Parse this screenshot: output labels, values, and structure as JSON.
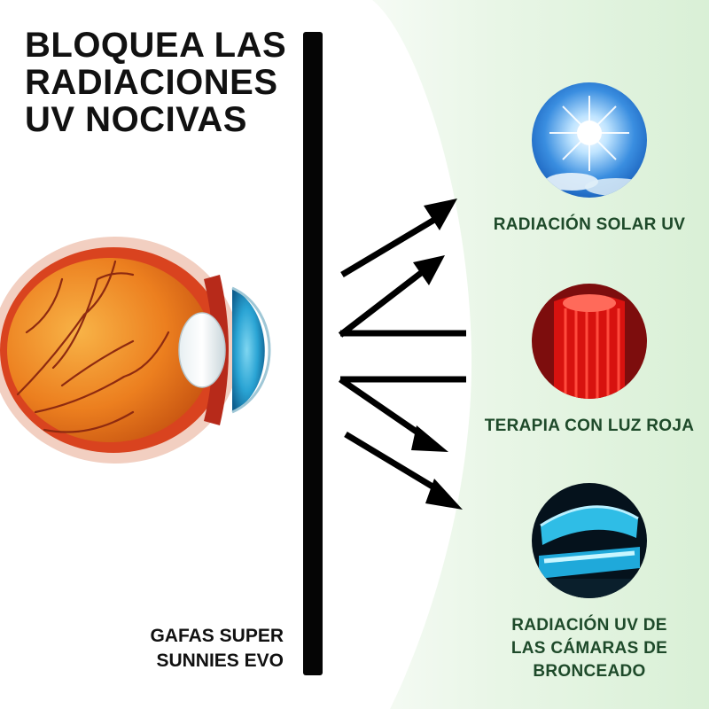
{
  "title": {
    "lines": [
      "BLOQUEA LAS",
      "RADIACIONES",
      "UV NOCIVAS"
    ]
  },
  "barrier_label": {
    "lines": [
      "GAFAS SUPER",
      "SUNNIES EVO"
    ]
  },
  "sources": [
    {
      "icon": "sun-sky-icon",
      "lines": [
        "RADIACIÓN SOLAR UV"
      ]
    },
    {
      "icon": "red-light-panel-icon",
      "lines": [
        "TERAPIA CON LUZ ROJA"
      ]
    },
    {
      "icon": "tanning-bed-icon",
      "lines": [
        "RADIACIÓN UV DE",
        "LAS CÁMARAS DE",
        "BRONCEADO"
      ]
    }
  ],
  "colors": {
    "background": "#ffffff",
    "green_tint": "#dff3dc",
    "label_green": "#1e4a2a",
    "text_dark": "#111111",
    "barrier": "#050505"
  }
}
